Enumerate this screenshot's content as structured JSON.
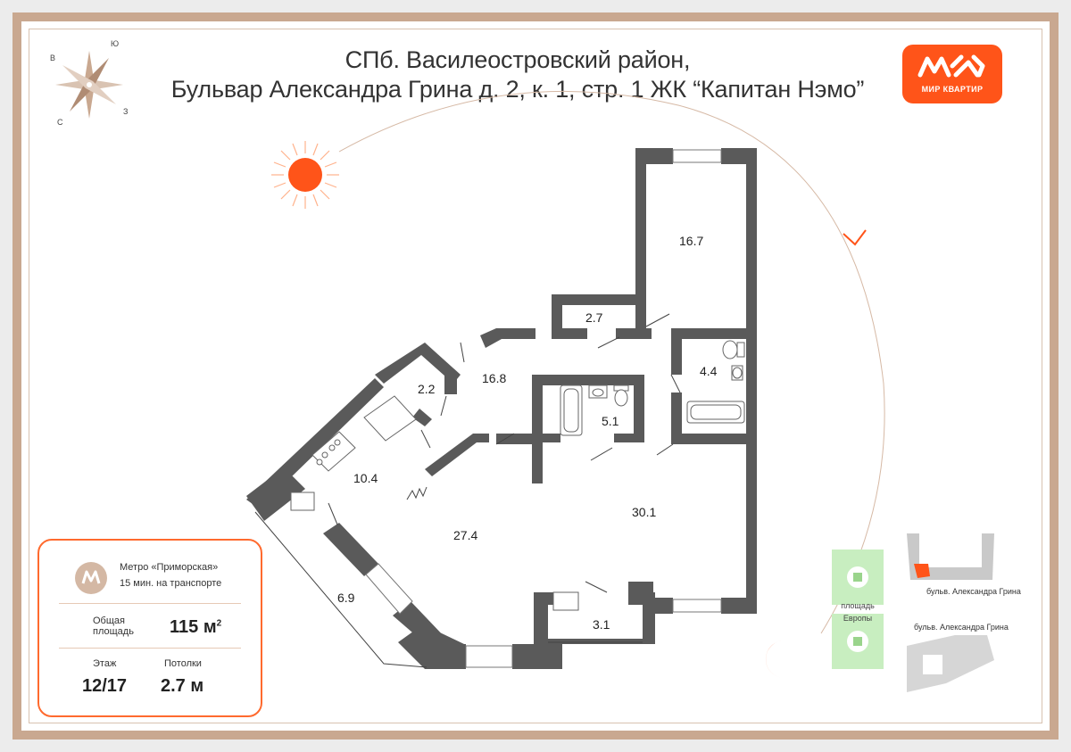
{
  "header": {
    "line1": "СПб. Василеостровский район,",
    "line2": "Бульвар Александра Грина д. 2, к. 1, стр. 1 ЖК “Капитан Нэмо”"
  },
  "logo": {
    "text": "МИР КВАРТИР",
    "color": "#ff5419"
  },
  "compass": {
    "north": "Ю",
    "west": "В",
    "east": "З",
    "south": "С"
  },
  "rooms": [
    {
      "id": "r1",
      "area": "16.7"
    },
    {
      "id": "r2",
      "area": "2.7"
    },
    {
      "id": "r3",
      "area": "4.4"
    },
    {
      "id": "r4",
      "area": "16.8"
    },
    {
      "id": "r5",
      "area": "2.2"
    },
    {
      "id": "r6",
      "area": "5.1"
    },
    {
      "id": "r7",
      "area": "10.4"
    },
    {
      "id": "r8",
      "area": "30.1"
    },
    {
      "id": "r9",
      "area": "27.4"
    },
    {
      "id": "r10",
      "area": "6.9"
    },
    {
      "id": "r11",
      "area": "3.1"
    }
  ],
  "info": {
    "metro_name": "Метро «Приморская»",
    "metro_time": "15 мин. на транспорте",
    "total_area_label": "Общая площадь",
    "total_area_value": "115 м",
    "total_area_unit_sup": "2",
    "floor_label": "Этаж",
    "floor_value": "12/17",
    "ceiling_label": "Потолки",
    "ceiling_value": "2.7 м"
  },
  "map": {
    "street_top": "бульв. Александра Грина",
    "street_bottom": "бульв. Александра Грина",
    "square_label_1": "площадь",
    "square_label_2": "Европы"
  },
  "colors": {
    "accent": "#ff5419",
    "wall": "#555555",
    "frame": "#c9a890"
  }
}
